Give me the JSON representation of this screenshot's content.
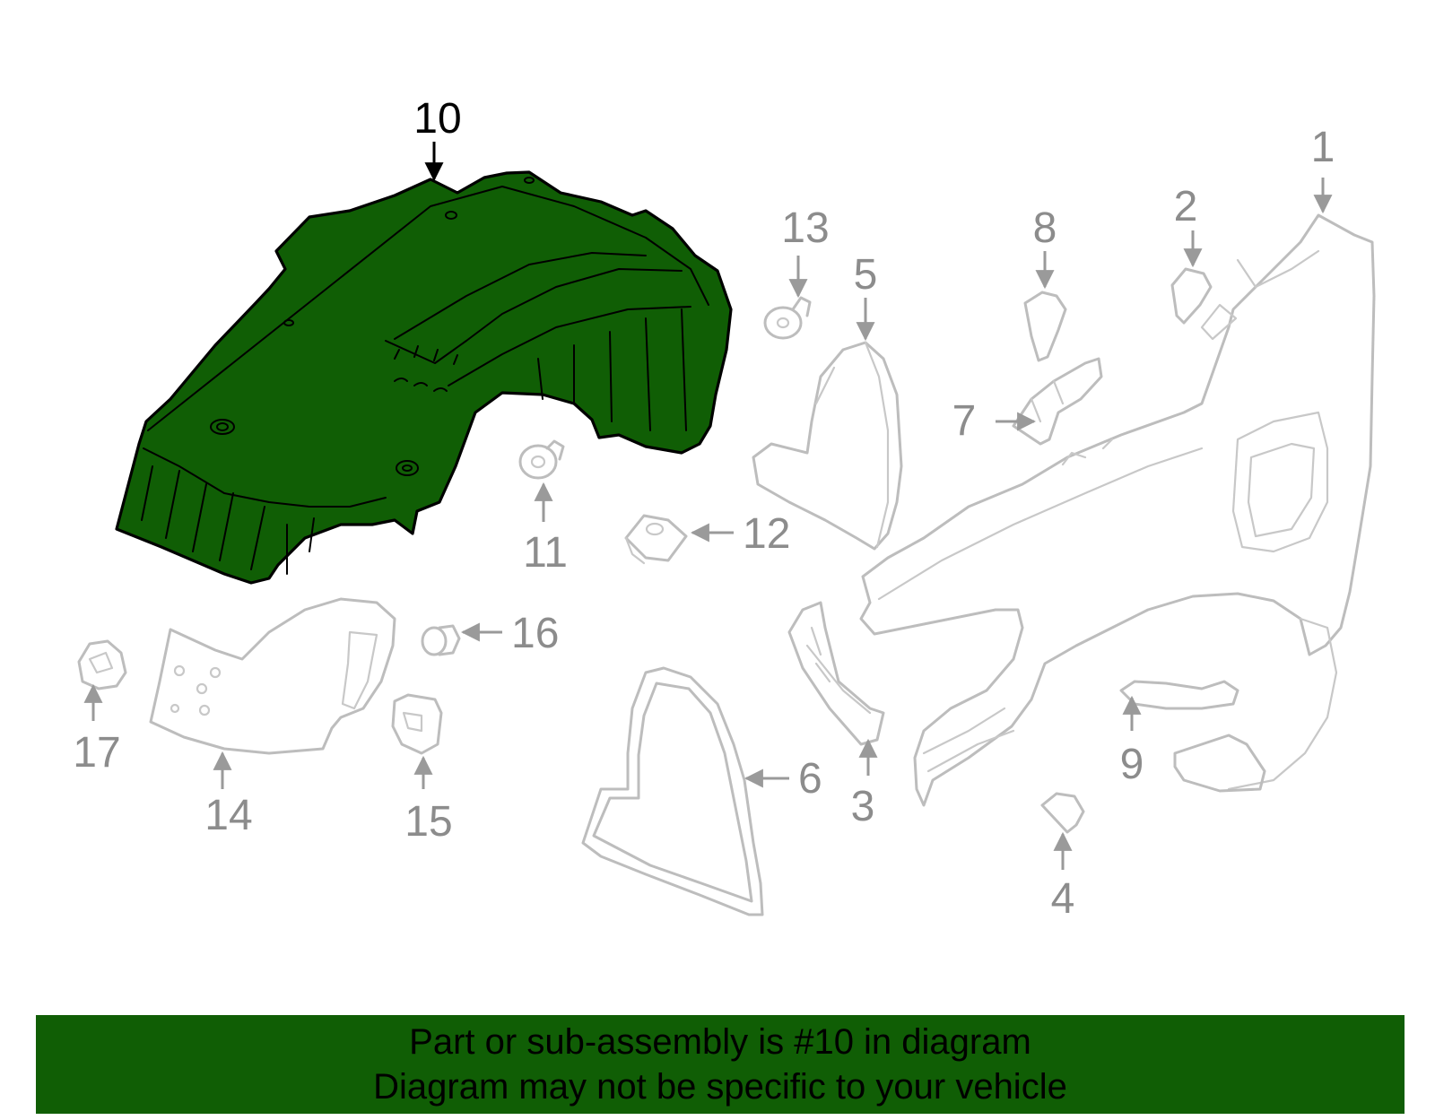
{
  "colors": {
    "highlight_fill": "#105e05",
    "highlight_stroke": "#000000",
    "parts_stroke": "#bdbdbd",
    "callout_gray": "#8c8c8c",
    "callout_active": "#000000",
    "banner_bg": "#105e05",
    "banner_text": "#000000"
  },
  "callouts": {
    "c1": "1",
    "c2": "2",
    "c3": "3",
    "c4": "4",
    "c5": "5",
    "c6": "6",
    "c7": "7",
    "c8": "8",
    "c9": "9",
    "c10": "10",
    "c11": "11",
    "c12": "12",
    "c13": "13",
    "c14": "14",
    "c15": "15",
    "c16": "16",
    "c17": "17"
  },
  "banner": {
    "line1": "Part or sub-assembly is #10 in diagram",
    "line2": "Diagram may not be specific to your vehicle"
  }
}
